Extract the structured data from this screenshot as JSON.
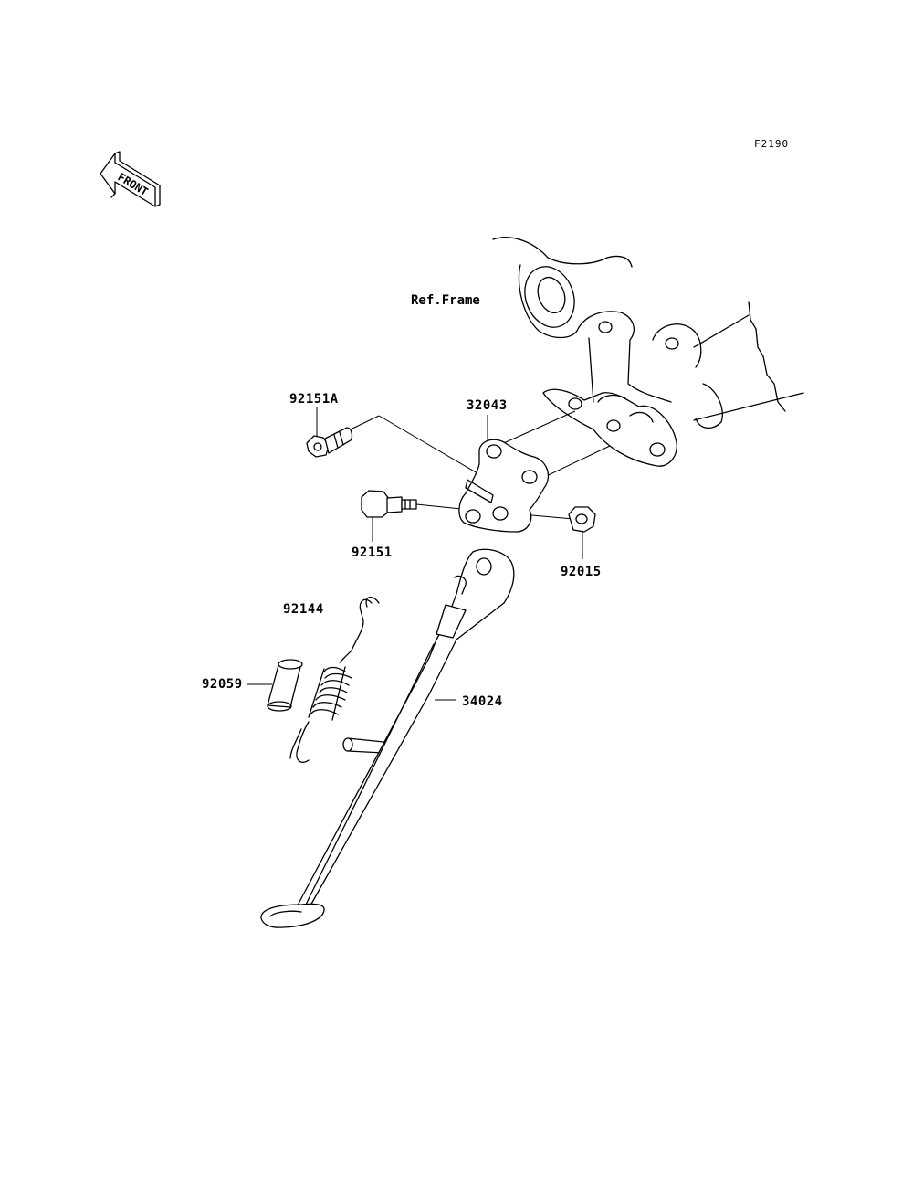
{
  "figure_id": "F2190",
  "front_indicator": "FRONT",
  "ref_label": "Ref.Frame",
  "parts": {
    "p92151A": "92151A",
    "p32043": "32043",
    "p92151": "92151",
    "p92015": "92015",
    "p92144": "92144",
    "p92059": "92059",
    "p34024": "34024"
  },
  "colors": {
    "line": "#000000",
    "background": "#ffffff"
  }
}
